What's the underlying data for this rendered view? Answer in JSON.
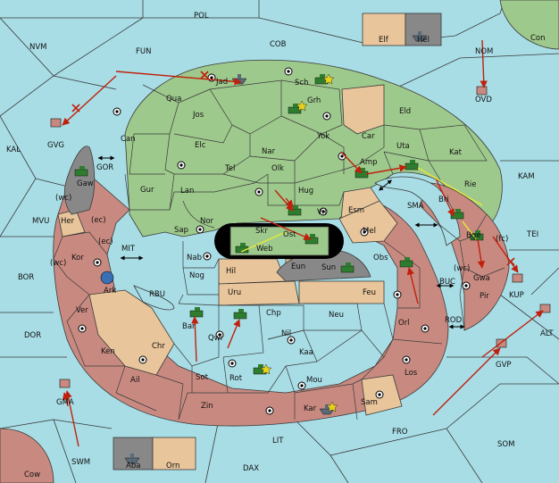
{
  "colors": {
    "sea": "#a8dde6",
    "green_power": "#9ec98c",
    "tan_neutral": "#e8c59a",
    "red_power": "#c88a80",
    "grey_impassable": "#888888",
    "move_arrow": "#c0200c",
    "support_arrow": "#e8e83a"
  },
  "regions": {
    "pol": "POL",
    "cob": "COB",
    "nvm": "NVM",
    "fun": "FUN",
    "nom": "NOM",
    "con": "Con",
    "elf": "Elf",
    "hel": "Hel",
    "ovd": "OVD",
    "kal": "KAL",
    "gvg": "GVG",
    "kam": "KAM",
    "tei": "TEI",
    "mvu": "MVU",
    "bor": "BOR",
    "dor": "DOR",
    "alt": "ALT",
    "swm": "SWM",
    "gma": "GMA",
    "fro": "FRO",
    "som": "SOM",
    "lit": "LIT",
    "dax": "DAX",
    "cow": "Cow",
    "aba": "Aba",
    "orn": "Orn",
    "gor": "GOR",
    "mit": "MIT",
    "rbu": "RBU",
    "sma": "SMA",
    "buc": "BUC",
    "rod": "ROD",
    "kup": "KUP",
    "gvp": "GVP",
    "jad": "Jad",
    "sch": "Sch",
    "qua": "Qua",
    "grh": "Grh",
    "jos": "Jos",
    "eld": "Eld",
    "can": "Can",
    "yok": "Yok",
    "car": "Car",
    "elc": "Elc",
    "nar": "Nar",
    "uta": "Uta",
    "kat": "Kat",
    "tel": "Tel",
    "olk": "Olk",
    "amp": "Amp",
    "gaw": "Gaw",
    "gur": "Gur",
    "lan": "Lan",
    "hug": "Hug",
    "rie": "Rie",
    "wc1": "(wc)",
    "ec1": "(ec)",
    "her": "Her",
    "vil": "Vil",
    "esm": "Esm",
    "bri": "Bri",
    "nor": "Nor",
    "skr": "Skr",
    "ost": "Ost",
    "sap": "Sap",
    "web": "Web",
    "mel": "Mel",
    "ec2": "(ec)",
    "kor": "Kor",
    "nab": "Nab",
    "bge": "Bge",
    "fc": "(fc)",
    "wc2": "(wc)",
    "hil": "Hil",
    "eun": "Eun",
    "sun": "Sun",
    "obs": "Obs",
    "wc3": "(wc)",
    "gwa": "Gwa",
    "ark": "Ark",
    "nog": "Nog",
    "uru": "Uru",
    "feu": "Feu",
    "pir": "Pir",
    "ver": "Ver",
    "bar": "Bar",
    "chp": "Chp",
    "neu": "Neu",
    "orl": "Orl",
    "qwi": "Qwi",
    "nil": "Nil",
    "ken": "Ken",
    "chr": "Chr",
    "kaa": "Kaa",
    "ail": "Ail",
    "sot": "Sot",
    "rot": "Rot",
    "mou": "Mou",
    "los": "Los",
    "zin": "Zin",
    "kar": "Kar",
    "sam": "Sam"
  }
}
